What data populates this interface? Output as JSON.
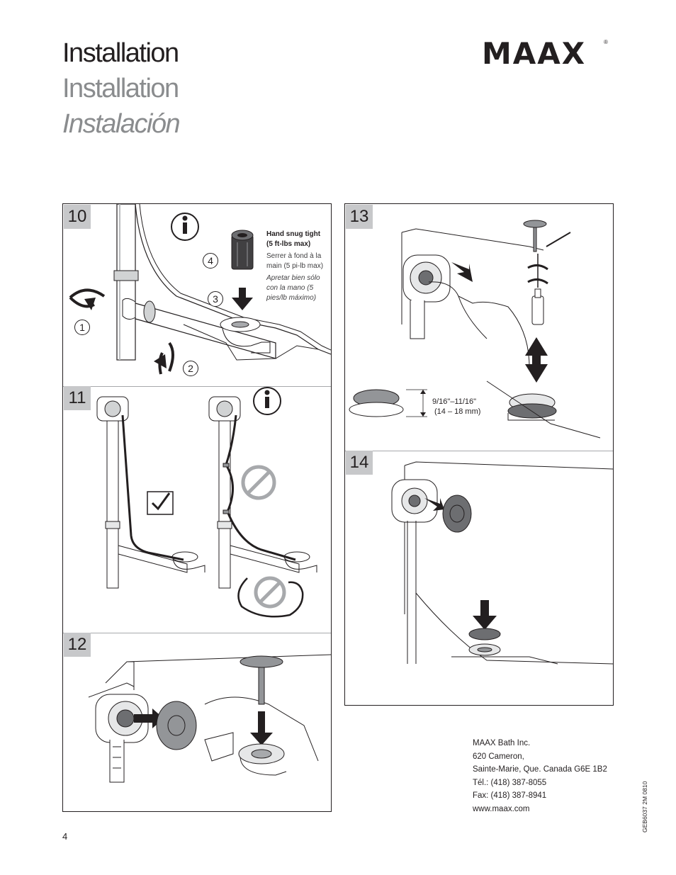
{
  "header": {
    "title_en": "Installation",
    "title_fr": "Installation",
    "title_es": "Instalación"
  },
  "brand": {
    "logo_text": "MAAX",
    "registered": "®",
    "color": "#231f20"
  },
  "steps": {
    "s10": {
      "number": "10",
      "info_icon": "info-icon",
      "note_bold": "Hand snug tight\n(5 ft-lbs max)",
      "note_fr": "Serrer à fond à la main (5 pi-lb max)",
      "note_es": "Apretar bien sólo con la mano (5 pies/lb máximo)",
      "callouts": [
        "1",
        "2",
        "3",
        "4"
      ]
    },
    "s11": {
      "number": "11",
      "check_icon": "checkmark-icon",
      "prohibited_icon": "prohibited-icon",
      "info_icon": "info-icon"
    },
    "s12": {
      "number": "12"
    },
    "s13": {
      "number": "13",
      "dimension": "9/16\"–11/16\"",
      "dimension_metric": "(14 – 18 mm)"
    },
    "s14": {
      "number": "14"
    }
  },
  "address": {
    "company": "MAAX Bath Inc.",
    "street": "620 Cameron,",
    "city": "Sainte-Marie, Que. Canada G6E 1B2",
    "phone": "Tél.: (418) 387-8055",
    "fax": "Fax: (418) 387-8941",
    "web": "www.maax.com"
  },
  "doc_ref": "GEB6037 2M 0810",
  "page_number": "4"
}
